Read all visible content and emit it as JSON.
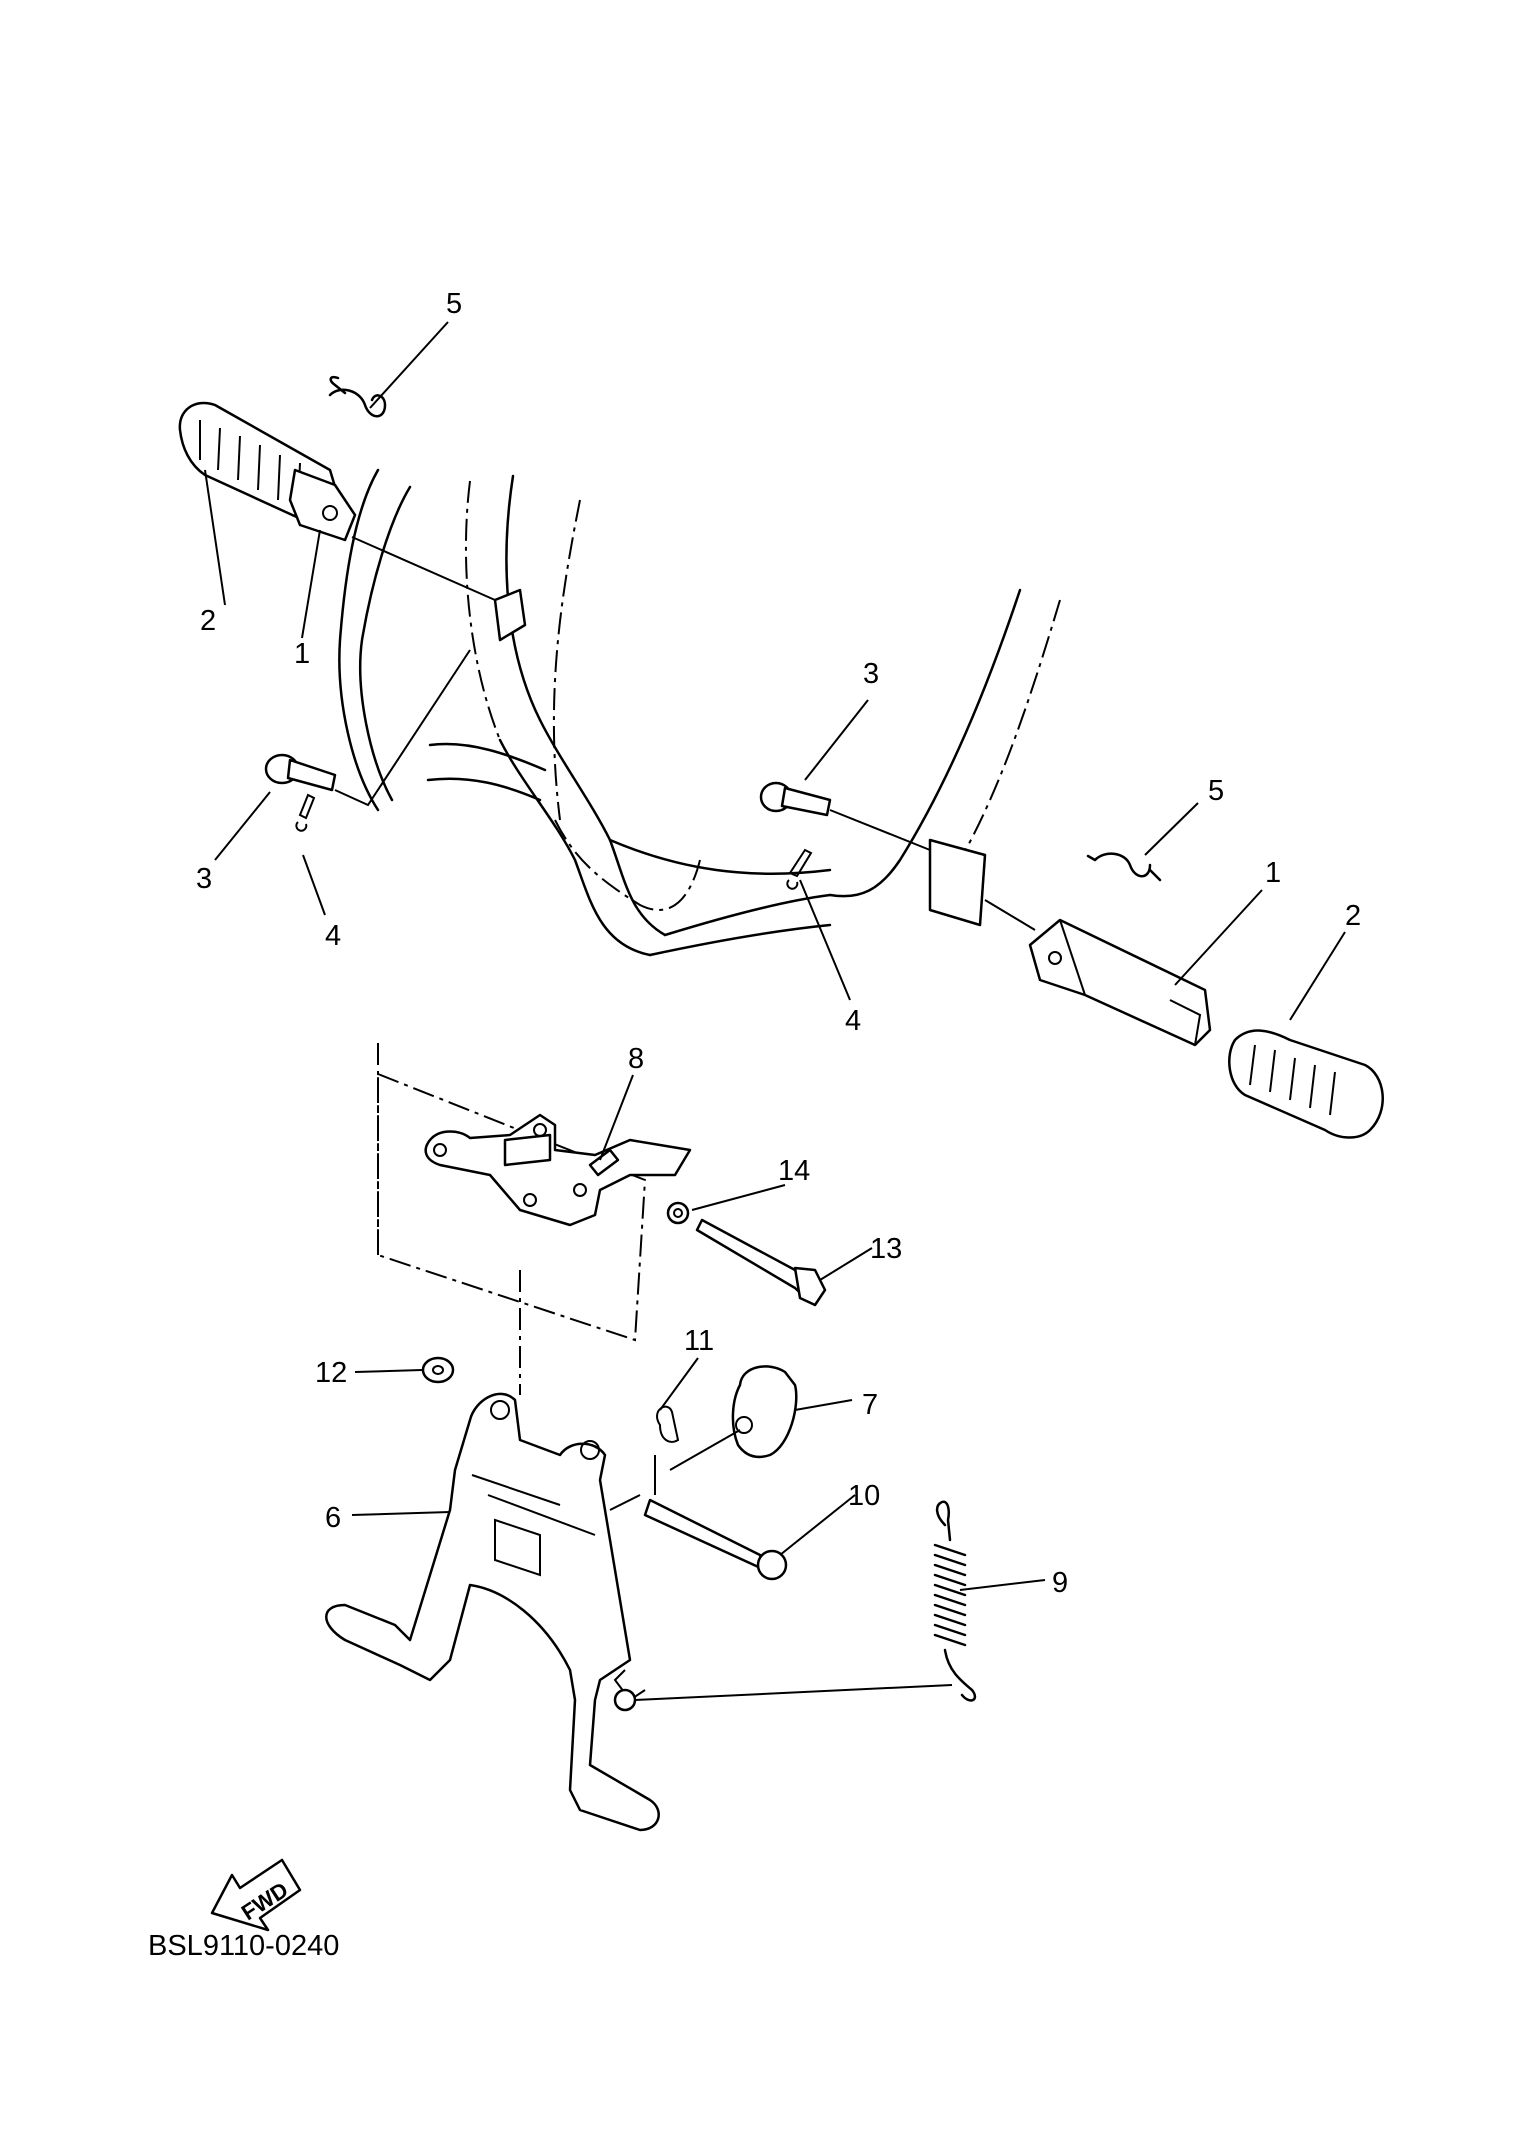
{
  "diagram": {
    "part_code": "BSL9110-0240",
    "fwd_label": "FWD",
    "callouts": {
      "footrest_l": "1",
      "footrest_r": "1",
      "rubber_l": "2",
      "rubber_r": "2",
      "pin_l": "3",
      "pin_r": "3",
      "cotter_l": "4",
      "cotter_r": "4",
      "spring_l": "5",
      "spring_r": "5",
      "stand": "6",
      "stopper": "7",
      "bracket": "8",
      "stand_spring": "9",
      "shaft": "10",
      "clip": "11",
      "washer_12": "12",
      "bolt": "13",
      "washer_14": "14"
    }
  }
}
